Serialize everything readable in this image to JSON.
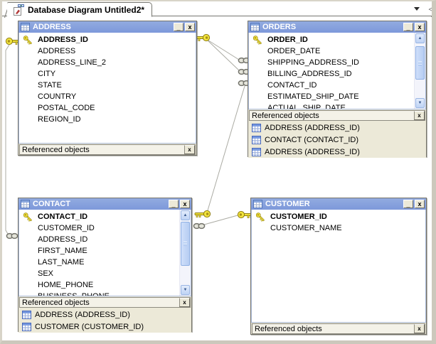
{
  "colors": {
    "titlebar": "#7d98da",
    "panel": "#ece9d8",
    "key-yellow": "#f2e43e",
    "line-gray": "#ababa3"
  },
  "tab_bar": {
    "active_tab": {
      "title": "Database Diagram Untitled2*"
    }
  },
  "icons": {
    "minimize": "_",
    "close": "x",
    "scroll_up": "▲",
    "scroll_down": "▼",
    "tab_scroll_left": "◁"
  },
  "windows": [
    {
      "name": "ADDRESS",
      "footer": "Referenced objects",
      "columns": [
        {
          "name": "ADDRESS_ID",
          "pk": true
        },
        {
          "name": "ADDRESS"
        },
        {
          "name": "ADDRESS_LINE_2"
        },
        {
          "name": "CITY"
        },
        {
          "name": "STATE"
        },
        {
          "name": "COUNTRY"
        },
        {
          "name": "POSTAL_CODE"
        },
        {
          "name": "REGION_ID"
        }
      ],
      "referenced": []
    },
    {
      "name": "ORDERS",
      "footer": "Referenced objects",
      "columns": [
        {
          "name": "ORDER_ID",
          "pk": true
        },
        {
          "name": "ORDER_DATE"
        },
        {
          "name": "SHIPPING_ADDRESS_ID"
        },
        {
          "name": "BILLING_ADDRESS_ID"
        },
        {
          "name": "CONTACT_ID"
        },
        {
          "name": "ESTIMATED_SHIP_DATE"
        },
        {
          "name": "ACTUAL_SHIP_DATE"
        }
      ],
      "referenced": [
        {
          "label": "ADDRESS (ADDRESS_ID)"
        },
        {
          "label": "CONTACT (CONTACT_ID)"
        },
        {
          "label": "ADDRESS (ADDRESS_ID)"
        }
      ]
    },
    {
      "name": "CONTACT",
      "footer": "Referenced objects",
      "columns": [
        {
          "name": "CONTACT_ID",
          "pk": true
        },
        {
          "name": "CUSTOMER_ID"
        },
        {
          "name": "ADDRESS_ID"
        },
        {
          "name": "FIRST_NAME"
        },
        {
          "name": "LAST_NAME"
        },
        {
          "name": "SEX"
        },
        {
          "name": "HOME_PHONE"
        },
        {
          "name": "BUSINESS_PHONE"
        }
      ],
      "referenced": [
        {
          "label": "ADDRESS (ADDRESS_ID)"
        },
        {
          "label": "CUSTOMER (CUSTOMER_ID)"
        }
      ]
    },
    {
      "name": "CUSTOMER",
      "footer": "Referenced objects",
      "columns": [
        {
          "name": "CUSTOMER_ID",
          "pk": true
        },
        {
          "name": "CUSTOMER_NAME"
        }
      ],
      "referenced": []
    }
  ],
  "connectors": [
    {
      "one": "ADDRESS",
      "many": "ORDERS"
    },
    {
      "one": "ADDRESS",
      "many": "ORDERS"
    },
    {
      "one": "CONTACT",
      "many": "ORDERS"
    },
    {
      "one": "CUSTOMER",
      "many": "CONTACT"
    },
    {
      "one": "ADDRESS",
      "many": "CONTACT"
    }
  ]
}
